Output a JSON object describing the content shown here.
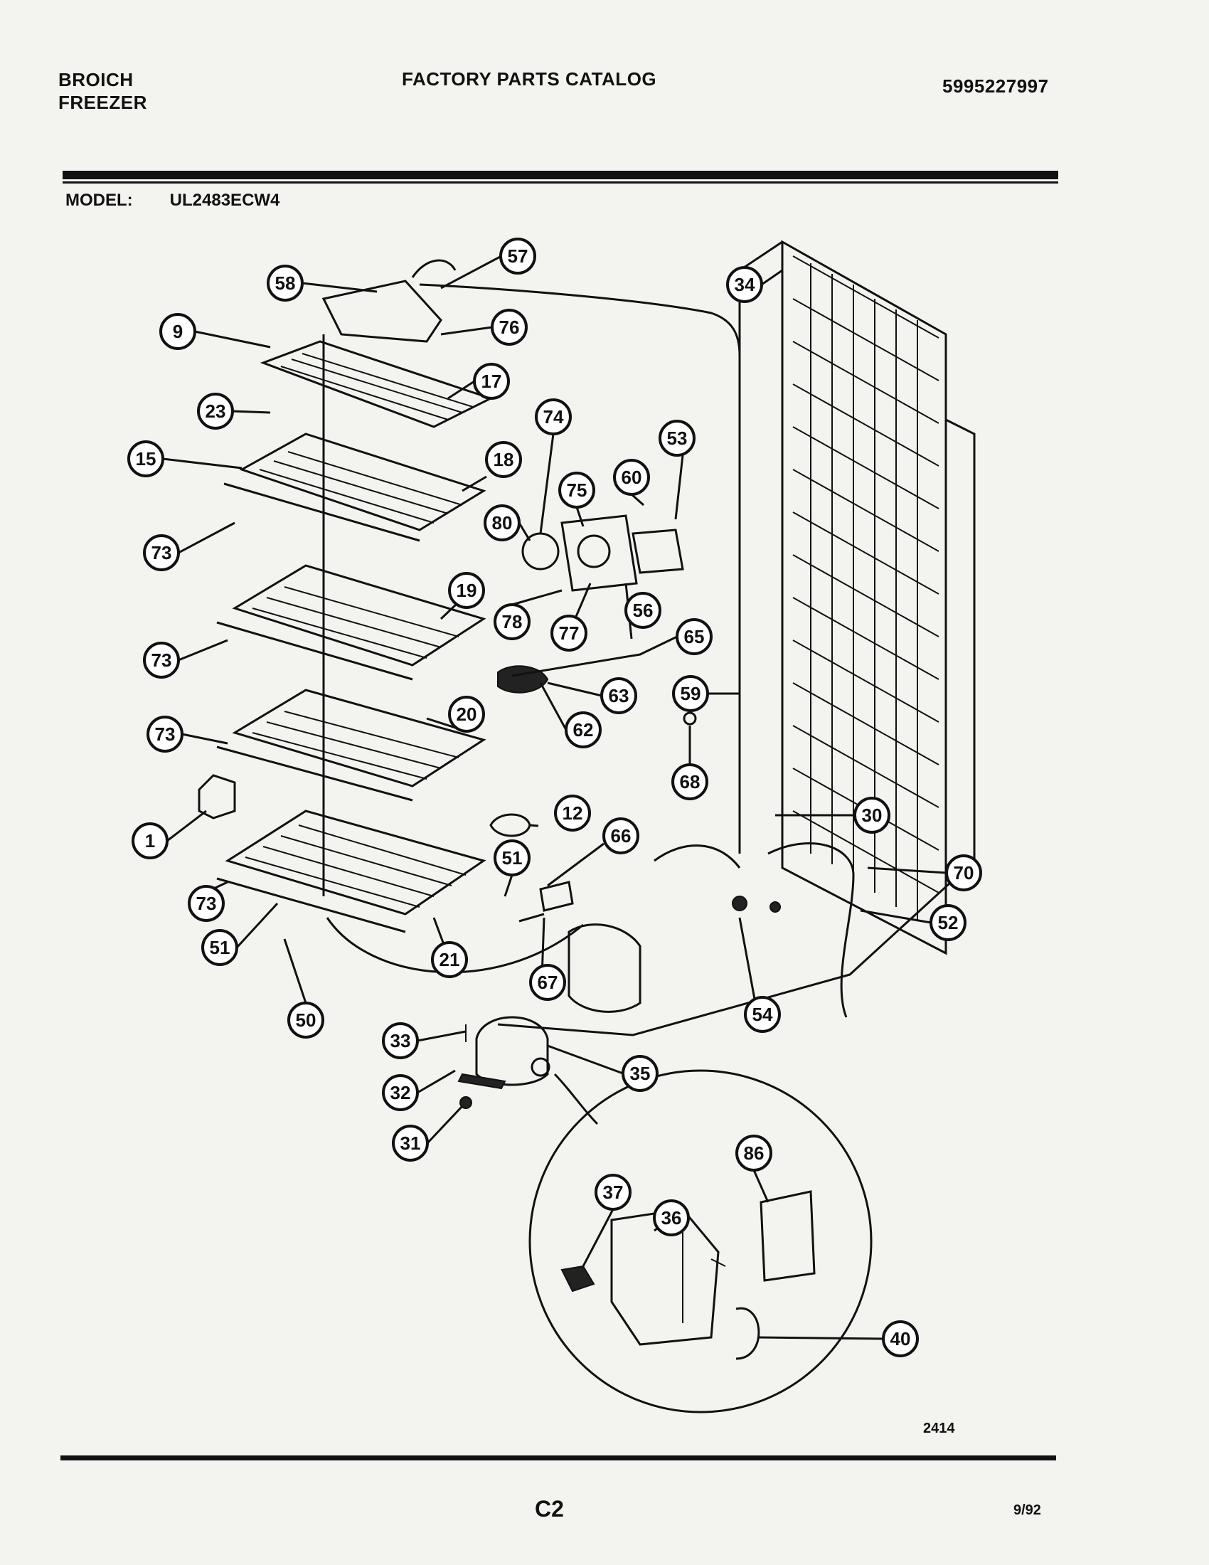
{
  "header": {
    "brand_line1": "BROICH",
    "brand_line2": "FREEZER",
    "title": "FACTORY PARTS CATALOG",
    "part_number": "5995227997"
  },
  "model": {
    "label": "MODEL:",
    "value": "UL2483ECW4"
  },
  "diagram": {
    "code": "2414",
    "callouts": [
      "58",
      "57",
      "34",
      "9",
      "76",
      "17",
      "23",
      "74",
      "53",
      "15",
      "18",
      "75",
      "60",
      "73",
      "80",
      "19",
      "78",
      "77",
      "56",
      "65",
      "73",
      "63",
      "59",
      "62",
      "20",
      "73",
      "68",
      "1",
      "12",
      "30",
      "66",
      "73",
      "51",
      "70",
      "52",
      "51",
      "21",
      "67",
      "54",
      "50",
      "33",
      "35",
      "32",
      "31",
      "86",
      "37",
      "36",
      "40"
    ]
  },
  "footer": {
    "page": "C2",
    "date": "9/92"
  }
}
